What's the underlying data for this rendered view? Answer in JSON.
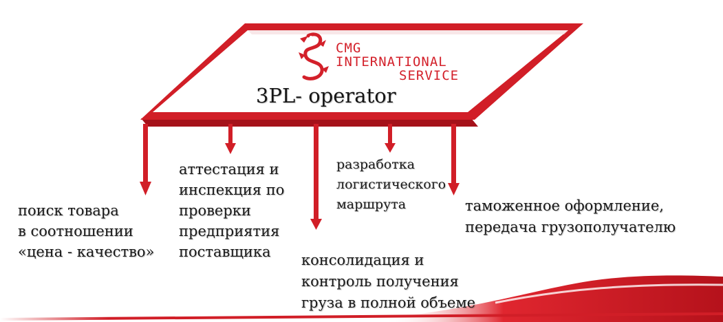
{
  "logo": {
    "line1": "CMG",
    "line2": "INTERNATIONAL",
    "line3": "SERVICE",
    "icon": "dragon-icon",
    "color": "#d3202a"
  },
  "title": "3PL- operator",
  "colors": {
    "accent": "#d11e27",
    "accent_dark": "#9f1018",
    "platform_fill": "#ffffff"
  },
  "services": [
    {
      "id": "search",
      "lines": [
        "поиск товара",
        "в соотношении",
        "«цена - качество»"
      ]
    },
    {
      "id": "attest",
      "lines": [
        "аттестация и",
        "инспекция по",
        "проверки",
        "предприятия",
        "поставщика"
      ]
    },
    {
      "id": "consol",
      "lines": [
        "консолидация и",
        "контроль получения",
        "груза в полной объеме"
      ]
    },
    {
      "id": "route",
      "lines": [
        "разработка",
        "логистического",
        "маршрута"
      ]
    },
    {
      "id": "customs",
      "lines": [
        "таможенное оформление,",
        "передача грузополучателю"
      ]
    }
  ]
}
